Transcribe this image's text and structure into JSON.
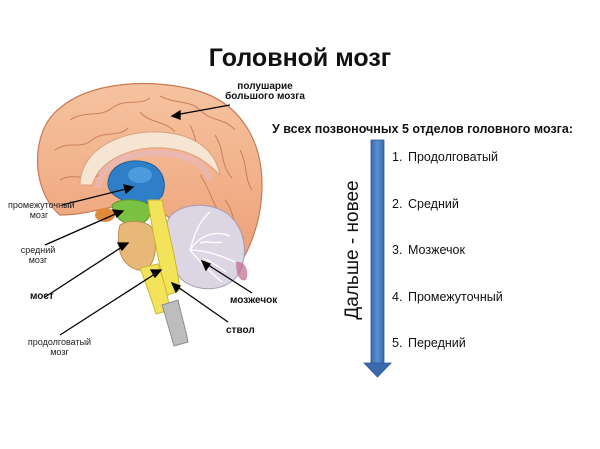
{
  "title": "Головной мозг",
  "labels": {
    "hemisphere": [
      "полушарие",
      "большого мозга"
    ],
    "diencephalon": [
      "промежуточный",
      "мозг"
    ],
    "midbrain": [
      "средний",
      "мозг"
    ],
    "pons": "мост",
    "medulla": [
      "продолговатый",
      "мозг"
    ],
    "cerebellum": "мозжечок",
    "stem": "ствол"
  },
  "headline": "У всех позвоночных 5 отделов головного мозга:",
  "arrow_label": "Дальше - новее",
  "list": [
    {
      "num": "1.",
      "text": "Продолговатый"
    },
    {
      "num": "2.",
      "text": "Средний"
    },
    {
      "num": "3.",
      "text": "Мозжечок"
    },
    {
      "num": "4.",
      "text": "Промежуточный"
    },
    {
      "num": "5.",
      "text": "Передний"
    }
  ],
  "colors": {
    "cortex": "#f2b088",
    "cortex_dark": "#d9895f",
    "diencephalon": "#2f7fc8",
    "midbrain": "#7bc142",
    "pons": "#e8b878",
    "stem": "#f3e35a",
    "spinal": "#bdbdbd",
    "cerebellum": "#dcd6e4",
    "arrow": "#4a7bbf"
  }
}
